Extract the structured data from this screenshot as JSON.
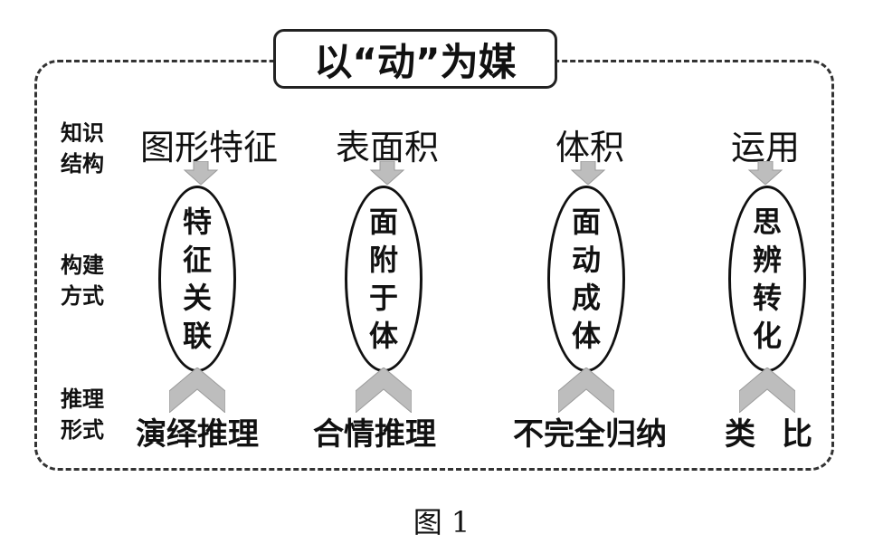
{
  "title": "以“动”为媒",
  "row_labels": {
    "knowledge": [
      "知识",
      "结构"
    ],
    "construction": [
      "构建",
      "方式"
    ],
    "reasoning": [
      "推理",
      "形式"
    ]
  },
  "columns": [
    {
      "knowledge": "图形特征",
      "construction": [
        "特",
        "征",
        "关",
        "联"
      ],
      "reasoning": "演绎推理"
    },
    {
      "knowledge": "表面积",
      "construction": [
        "面",
        "附",
        "于",
        "体"
      ],
      "reasoning": "合情推理"
    },
    {
      "knowledge": "体积",
      "construction": [
        "面",
        "动",
        "成",
        "体"
      ],
      "reasoning": "不完全归纳"
    },
    {
      "knowledge": "运用",
      "construction": [
        "思",
        "辨",
        "转",
        "化"
      ],
      "reasoning": [
        "类",
        "比"
      ]
    }
  ],
  "caption": "图 1",
  "colors": {
    "arrow": "#bdbdbd",
    "border": "#333333"
  }
}
